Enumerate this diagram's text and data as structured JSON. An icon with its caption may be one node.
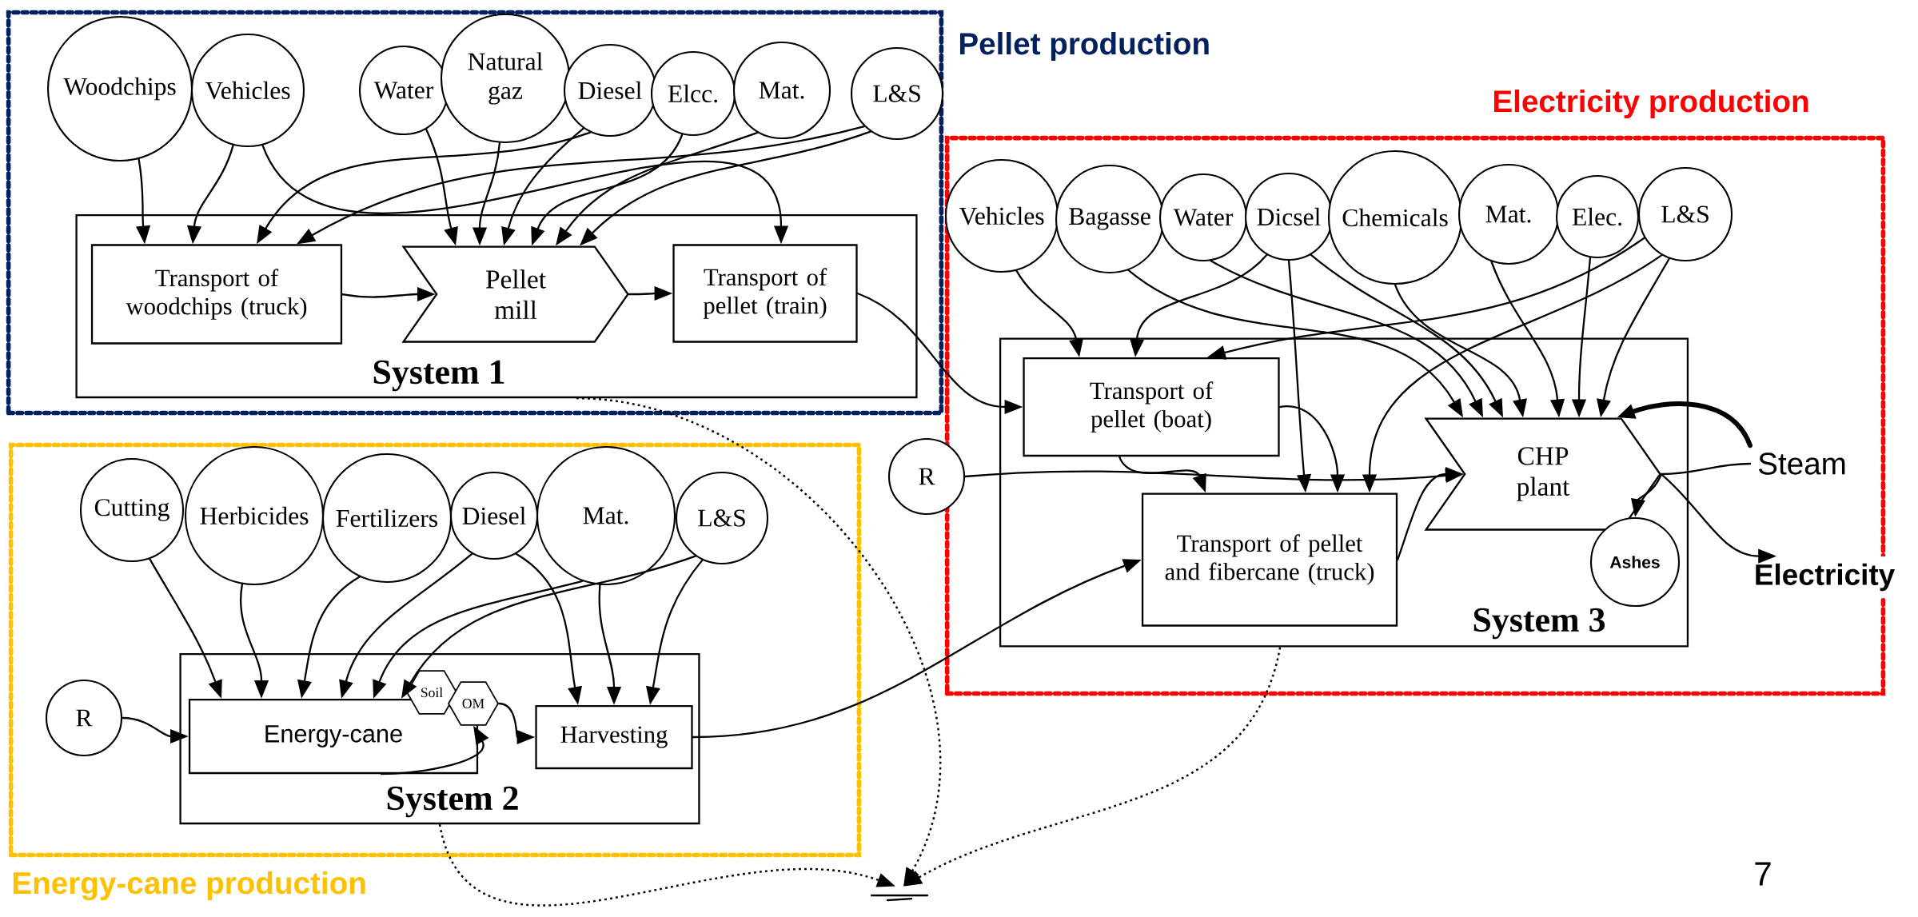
{
  "diagram": {
    "nodes": [
      {
        "text": [
          "Pellet production"
        ]
      },
      {
        "text": [
          "System 1"
        ],
        "in": 0
      },
      {
        "text": [
          "Woodchips"
        ],
        "in": 0
      },
      {
        "text": [
          "Vehicles"
        ],
        "in": 0
      },
      {
        "text": [
          "Water"
        ],
        "in": 0
      },
      {
        "text": [
          "Natural gaz"
        ],
        "in": 0
      },
      {
        "text": [
          "Diesel"
        ],
        "in": 0
      },
      {
        "text": [
          "Elcc."
        ],
        "in": 0
      },
      {
        "text": [
          "Mat."
        ],
        "in": 0
      },
      {
        "text": [
          "L&S"
        ],
        "in": 0
      },
      {
        "text": [
          "Transport of woodchips (truck)"
        ],
        "in": 1
      },
      {
        "text": [
          "Pellet mill"
        ],
        "in": 1
      },
      {
        "text": [
          "Transport of pellet (train)"
        ],
        "in": 1
      },
      {
        "text": [
          "Electricity production"
        ]
      },
      {
        "text": [
          "System 3"
        ],
        "in": 13
      },
      {
        "text": [
          "Vehicles"
        ],
        "in": 13
      },
      {
        "text": [
          "Bagasse"
        ],
        "in": 13
      },
      {
        "text": [
          "Water"
        ],
        "in": 13
      },
      {
        "text": [
          "Dicsel"
        ],
        "in": 13
      },
      {
        "text": [
          "Chemicals"
        ],
        "in": 13
      },
      {
        "text": [
          "Mat."
        ],
        "in": 13
      },
      {
        "text": [
          "Elec."
        ],
        "in": 13
      },
      {
        "text": [
          "L&S"
        ],
        "in": 13
      },
      {
        "text": [
          "Transport of pellet (boat)"
        ],
        "in": 14
      },
      {
        "text": [
          "Transport of pellet and fibercane (truck)"
        ],
        "in": 14
      },
      {
        "text": [
          "CHP plant"
        ],
        "in": 14
      },
      {
        "text": [
          "Ashes"
        ],
        "in": 14
      },
      {
        "text": [
          "R"
        ]
      },
      {
        "text": [
          "Steam"
        ],
        "in": 13
      },
      {
        "text": [
          "Electricity"
        ]
      },
      {
        "text": [
          "Energy-cane production"
        ]
      },
      {
        "text": [
          "System 2"
        ],
        "in": 30
      },
      {
        "text": [
          "Cutting"
        ],
        "in": 30
      },
      {
        "text": [
          "Herbicides"
        ],
        "in": 30
      },
      {
        "text": [
          "Fertilizers"
        ],
        "in": 30
      },
      {
        "text": [
          "Diesel"
        ],
        "in": 30
      },
      {
        "text": [
          "Mat."
        ],
        "in": 30
      },
      {
        "text": [
          "L&S"
        ],
        "in": 30
      },
      {
        "text": [
          "R"
        ],
        "in": 30
      },
      {
        "text": [
          "Energy-cane"
        ],
        "in": 31
      },
      {
        "text": [
          "Soil"
        ],
        "in": 31
      },
      {
        "text": [
          "OM"
        ],
        "in": 31
      },
      {
        "text": [
          "Harvesting"
        ],
        "in": 31
      },
      {
        "text": [],
        "shape": "ground"
      }
    ],
    "edges": [
      {
        "from": 2,
        "to": 10,
        "arrow": "to"
      },
      {
        "from": 3,
        "to": 10,
        "arrow": "to"
      },
      {
        "from": 3,
        "to": 12,
        "arrow": "to"
      },
      {
        "from": 4,
        "to": 11,
        "arrow": "to"
      },
      {
        "from": 5,
        "to": 11,
        "arrow": "to"
      },
      {
        "from": 6,
        "to": 10,
        "arrow": "to"
      },
      {
        "from": 6,
        "to": 11,
        "arrow": "to"
      },
      {
        "from": 7,
        "to": 11,
        "arrow": "to"
      },
      {
        "from": 8,
        "to": 11,
        "arrow": "to"
      },
      {
        "from": 9,
        "to": 10,
        "arrow": "to"
      },
      {
        "from": 9,
        "to": 11,
        "arrow": "to"
      },
      {
        "from": 10,
        "to": 11,
        "arrow": "to"
      },
      {
        "from": 11,
        "to": 12,
        "arrow": "to"
      },
      {
        "from": 12,
        "to": 23,
        "arrow": "to"
      },
      {
        "from": 15,
        "to": 23,
        "arrow": "to"
      },
      {
        "from": 16,
        "to": 25,
        "arrow": "to"
      },
      {
        "from": 17,
        "to": 25,
        "arrow": "to"
      },
      {
        "from": 18,
        "to": 23,
        "arrow": "to"
      },
      {
        "from": 18,
        "to": 24,
        "arrow": "to"
      },
      {
        "from": 18,
        "to": 25,
        "arrow": "to"
      },
      {
        "from": 19,
        "to": 25,
        "arrow": "to"
      },
      {
        "from": 20,
        "to": 25,
        "arrow": "to"
      },
      {
        "from": 21,
        "to": 25,
        "arrow": "to"
      },
      {
        "from": 22,
        "to": 23,
        "arrow": "to"
      },
      {
        "from": 22,
        "to": 24,
        "arrow": "to"
      },
      {
        "from": 22,
        "to": 25,
        "arrow": "to"
      },
      {
        "from": 23,
        "to": 24,
        "arrow": "to"
      },
      {
        "from": 23,
        "to": 24,
        "arrow": "to"
      },
      {
        "from": 27,
        "to": 25,
        "arrow": "to"
      },
      {
        "from": 24,
        "to": 25,
        "arrow": "to"
      },
      {
        "from": 42,
        "to": 24,
        "arrow": "to"
      },
      {
        "from": 25,
        "to": 28,
        "arrow": "none"
      },
      {
        "from": 28,
        "to": 25,
        "arrow": "to",
        "style": "thick"
      },
      {
        "from": 25,
        "to": 29,
        "arrow": "to"
      },
      {
        "from": 25,
        "to": 26,
        "arrow": "to"
      },
      {
        "from": 32,
        "to": 39,
        "arrow": "to"
      },
      {
        "from": 33,
        "to": 39,
        "arrow": "to"
      },
      {
        "from": 34,
        "to": 39,
        "arrow": "to"
      },
      {
        "from": 35,
        "to": 39,
        "arrow": "to"
      },
      {
        "from": 35,
        "to": 42,
        "arrow": "to"
      },
      {
        "from": 36,
        "to": 39,
        "arrow": "to"
      },
      {
        "from": 36,
        "to": 42,
        "arrow": "to"
      },
      {
        "from": 37,
        "to": 39,
        "arrow": "to"
      },
      {
        "from": 37,
        "to": 42,
        "arrow": "to"
      },
      {
        "from": 38,
        "to": 39,
        "arrow": "to"
      },
      {
        "from": 39,
        "to": 41,
        "arrow": "to"
      },
      {
        "from": 41,
        "to": 42,
        "arrow": "to"
      },
      {
        "from": 1,
        "to": 43,
        "arrow": "to",
        "style": "dashed"
      },
      {
        "from": 31,
        "to": 43,
        "arrow": "to",
        "style": "dashed"
      },
      {
        "from": 14,
        "to": 43,
        "arrow": "to",
        "style": "dashed"
      }
    ],
    "labels": [
      "7"
    ]
  }
}
